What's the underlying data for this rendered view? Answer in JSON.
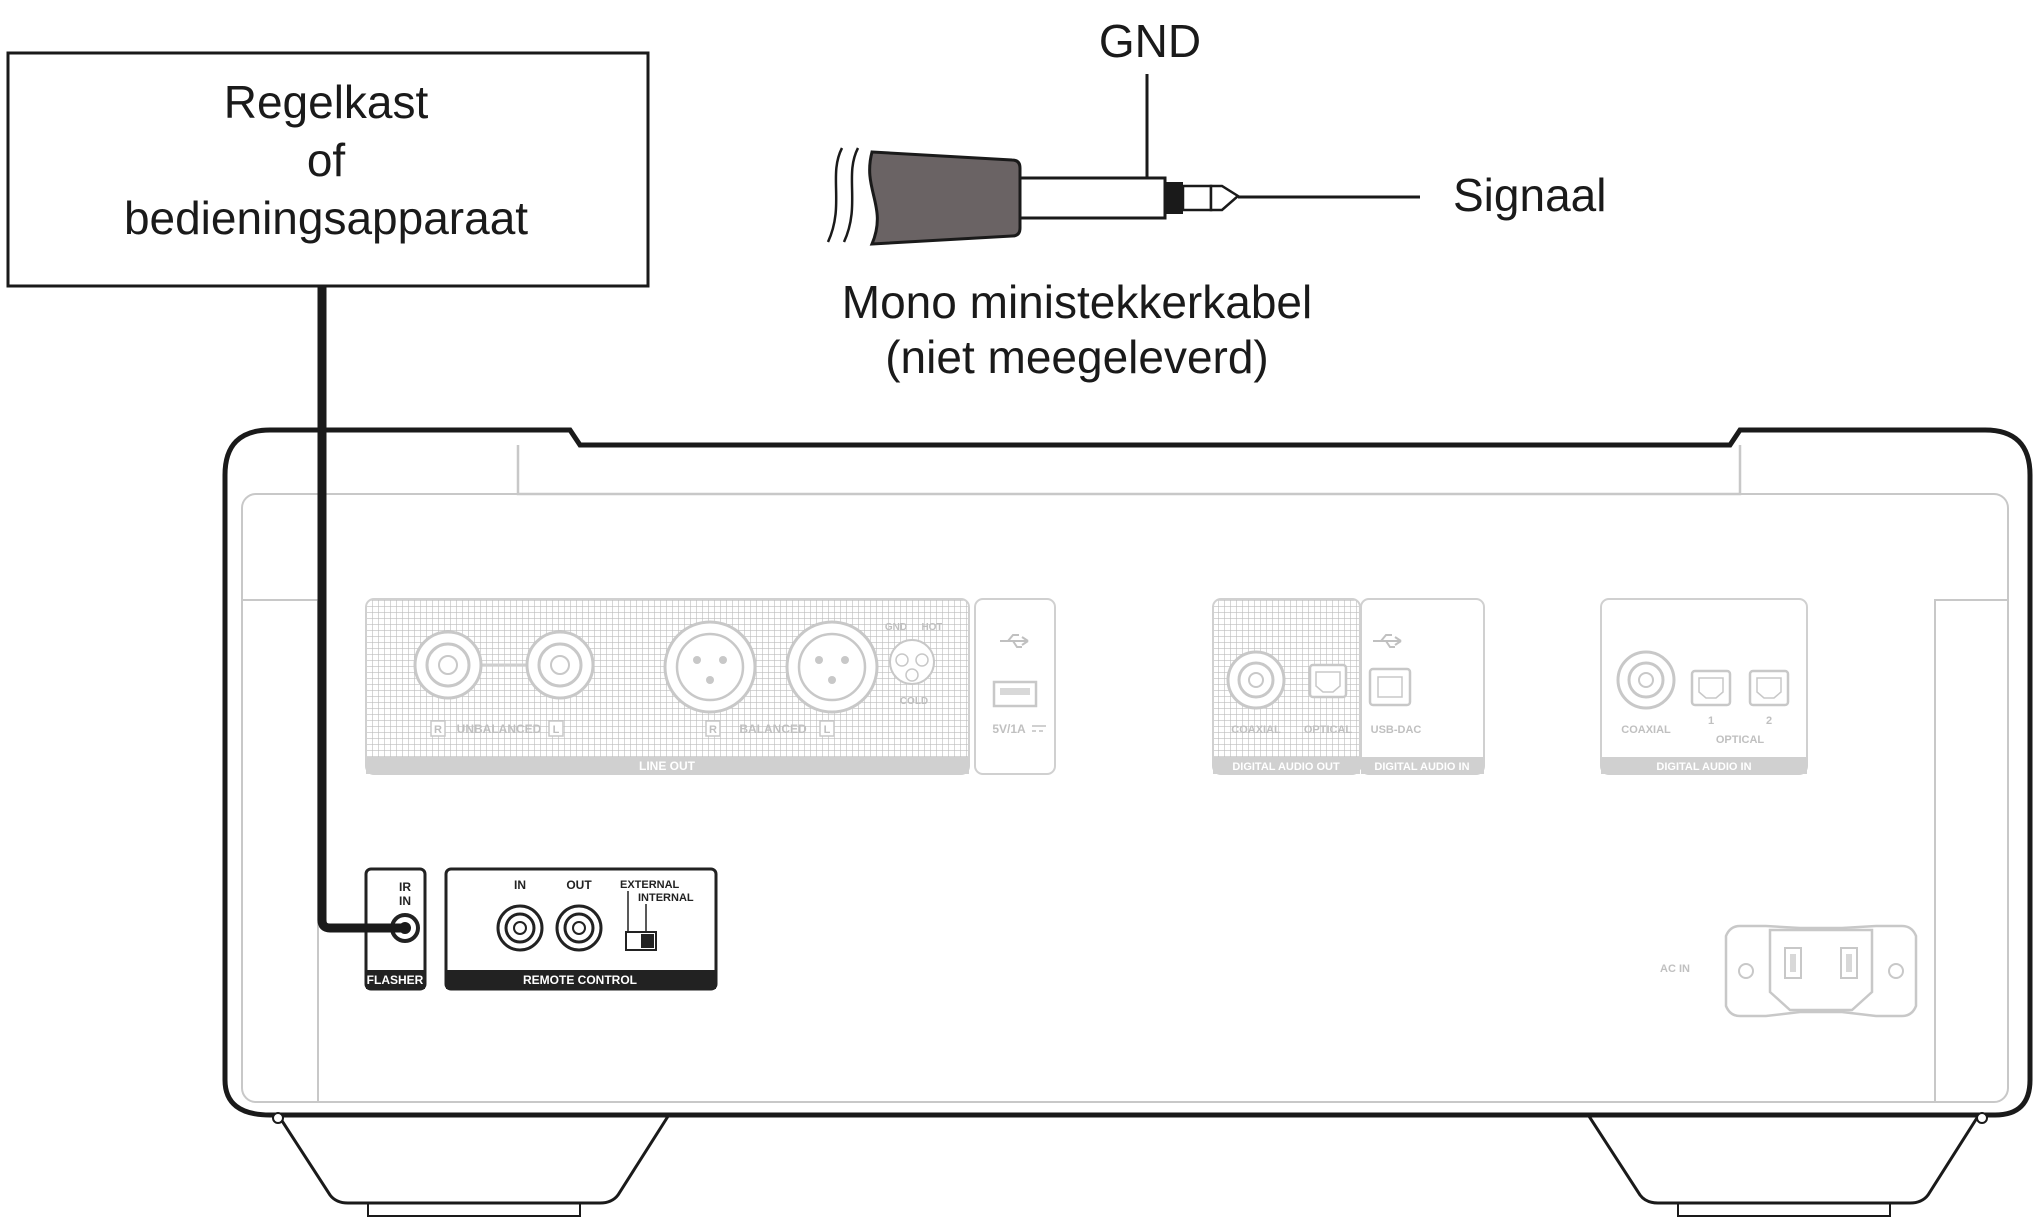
{
  "control_box": {
    "line1": "Regelkast",
    "line2": "of",
    "line3": "bedieningsapparaat"
  },
  "plug": {
    "gnd_label": "GND",
    "signal_label": "Signaal",
    "cable_line1": "Mono ministekkerkabel",
    "cable_line2": "(niet meegeleverd)"
  },
  "panel": {
    "line_out": {
      "section": "LINE OUT",
      "unbalanced": "UNBALANCED",
      "balanced": "BALANCED",
      "r": "R",
      "l": "L",
      "gnd": "GND",
      "hot": "HOT",
      "cold": "COLD"
    },
    "usb_power": "5V/1A",
    "digital_out": {
      "section": "DIGITAL AUDIO OUT",
      "coaxial": "COAXIAL",
      "optical": "OPTICAL"
    },
    "usb_dac": {
      "label": "USB-DAC",
      "section": "DIGITAL AUDIO IN"
    },
    "digital_in": {
      "section": "DIGITAL AUDIO IN",
      "coaxial": "COAXIAL",
      "optical": "OPTICAL",
      "opt1": "1",
      "opt2": "2"
    },
    "flasher": {
      "ir": "IR",
      "in": "IN",
      "section": "FLASHER"
    },
    "remote": {
      "in": "IN",
      "out": "OUT",
      "external": "EXTERNAL",
      "internal": "INTERNAL",
      "section": "REMOTE CONTROL"
    },
    "ac_in": "AC IN"
  },
  "colors": {
    "outline": "#1a1a1a",
    "faint": "#c8c8c8",
    "panel_dark": "#222222",
    "plug_body": "#6a6364"
  }
}
